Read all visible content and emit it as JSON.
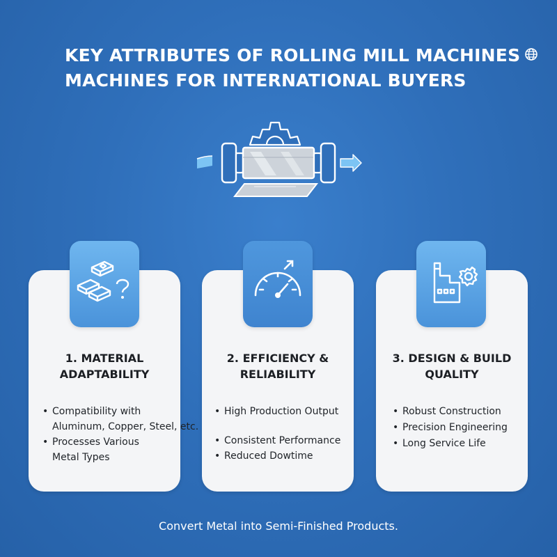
{
  "header": {
    "title_line1": "KEY ATTRIBUTES OF ROLLING MILL MACHINES",
    "title_line2": "MACHINES FOR INTERNATIONAL BUYERS",
    "title_icon": "globe-icon"
  },
  "hero": {
    "icon": "rolling-mill-icon"
  },
  "cards": [
    {
      "icon": "metal-ingots-question-icon",
      "title_line1": "1. MATERIAL",
      "title_line2": "ADAPTABILITY",
      "items": [
        "Compatibility with",
        "Processes Various"
      ],
      "item_continuations": [
        "Aluminum, Copper, Steel, etc.",
        "Metal Types"
      ]
    },
    {
      "icon": "speedometer-icon",
      "title_line1": "2. EFFICIENCY &",
      "title_line2": "RELIABILITY",
      "items": [
        "High Production Output",
        "Consistent Performance",
        "Reduced Dowtime"
      ]
    },
    {
      "icon": "factory-gear-icon",
      "title_line1": "3. DESIGN & BUILD",
      "title_line2": "QUALITY",
      "items": [
        "Robust Construction",
        "Precision Engineering",
        "Long Service Life"
      ]
    }
  ],
  "footer": {
    "text": "Convert Metal into Semi-Finished Products."
  },
  "colors": {
    "background": "#2f6fba",
    "card": "#f4f5f7",
    "badge": "#5aa6e8",
    "accent_light": "#7cc4f4",
    "text_dark": "#1c1f24"
  }
}
